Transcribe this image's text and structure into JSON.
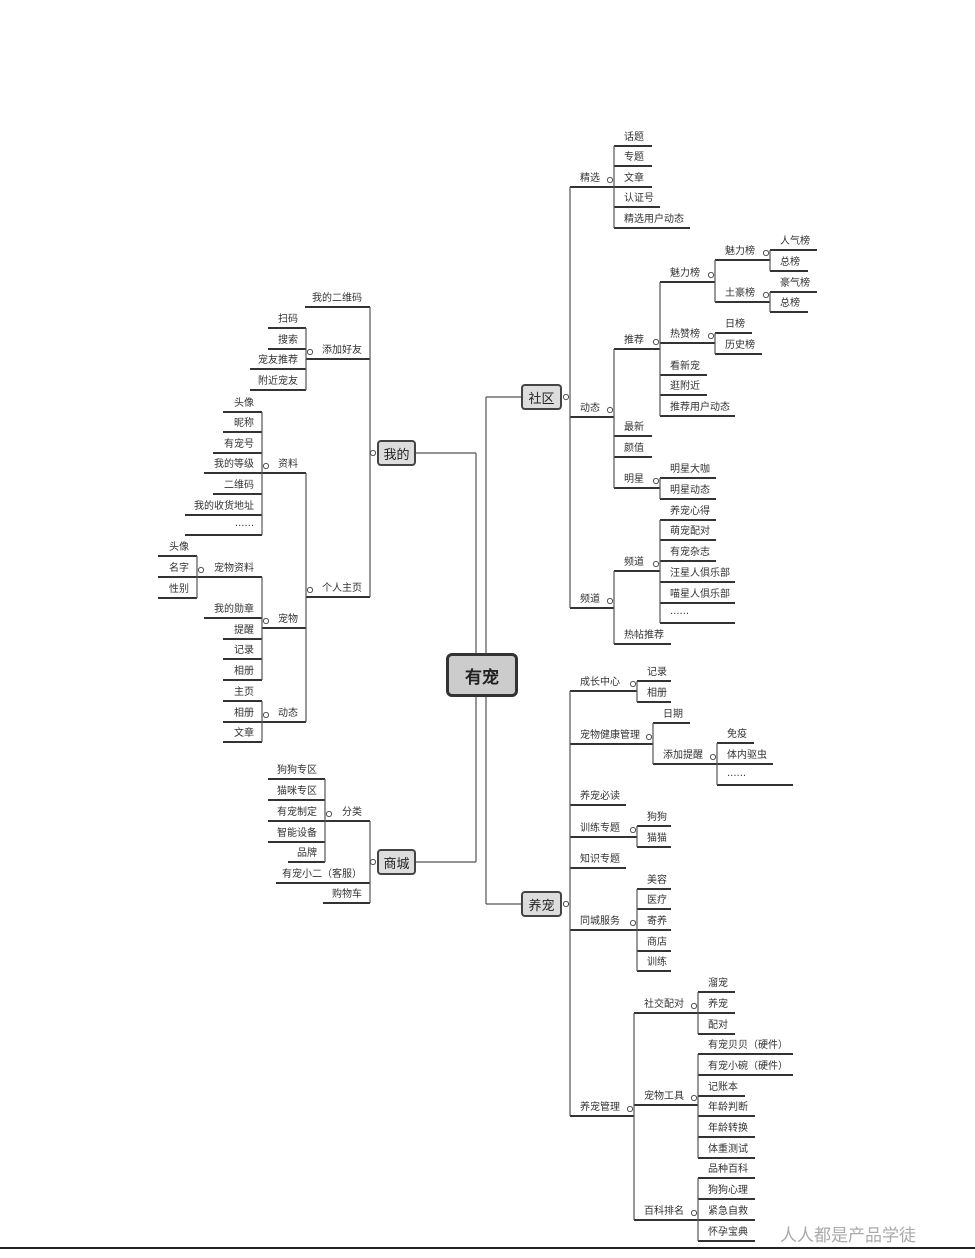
{
  "map": {
    "root": "有宠",
    "branches": [
      {
        "label": "社区",
        "children": [
          {
            "label": "精选",
            "children": [
              {
                "label": "话题"
              },
              {
                "label": "专题"
              },
              {
                "label": "文章"
              },
              {
                "label": "认证号"
              },
              {
                "label": "精选用户动态"
              }
            ]
          },
          {
            "label": "动态",
            "children": [
              {
                "label": "推荐",
                "children": [
                  {
                    "label": "魅力榜",
                    "children": [
                      {
                        "label": "魅力榜",
                        "children": [
                          {
                            "label": "人气榜"
                          },
                          {
                            "label": "总榜"
                          }
                        ]
                      },
                      {
                        "label": "土豪榜",
                        "children": [
                          {
                            "label": "豪气榜"
                          },
                          {
                            "label": "总榜"
                          }
                        ]
                      }
                    ]
                  },
                  {
                    "label": "热赞榜",
                    "children": [
                      {
                        "label": "日榜"
                      },
                      {
                        "label": "历史榜"
                      }
                    ]
                  },
                  {
                    "label": "看新宠"
                  },
                  {
                    "label": "逛附近"
                  },
                  {
                    "label": "推荐用户动态"
                  }
                ]
              },
              {
                "label": "最新"
              },
              {
                "label": "颜值"
              },
              {
                "label": "明星",
                "children": [
                  {
                    "label": "明星大咖"
                  },
                  {
                    "label": "明星动态"
                  }
                ]
              }
            ]
          },
          {
            "label": "频道",
            "children": [
              {
                "label": "频道",
                "children": [
                  {
                    "label": "养宠心得"
                  },
                  {
                    "label": "萌宠配对"
                  },
                  {
                    "label": "有宠杂志"
                  },
                  {
                    "label": "汪星人俱乐部"
                  },
                  {
                    "label": "喵星人俱乐部"
                  },
                  {
                    "label": "······"
                  }
                ]
              },
              {
                "label": "热帖推荐"
              }
            ]
          }
        ]
      },
      {
        "label": "我的",
        "children": [
          {
            "label": "我的二维码"
          },
          {
            "label": "添加好友",
            "children": [
              {
                "label": "扫码"
              },
              {
                "label": "搜索"
              },
              {
                "label": "宠友推荐"
              },
              {
                "label": "附近宠友"
              }
            ]
          },
          {
            "label": "个人主页",
            "children": [
              {
                "label": "资料",
                "children": [
                  {
                    "label": "头像"
                  },
                  {
                    "label": "昵称"
                  },
                  {
                    "label": "有宠号"
                  },
                  {
                    "label": "我的等级"
                  },
                  {
                    "label": "二维码"
                  },
                  {
                    "label": "我的收货地址"
                  },
                  {
                    "label": "······"
                  }
                ]
              },
              {
                "label": "宠物",
                "children": [
                  {
                    "label": "宠物资料",
                    "children": [
                      {
                        "label": "头像"
                      },
                      {
                        "label": "名字"
                      },
                      {
                        "label": "性别"
                      }
                    ]
                  },
                  {
                    "label": "我的勋章"
                  },
                  {
                    "label": "提醒"
                  },
                  {
                    "label": "记录"
                  },
                  {
                    "label": "相册"
                  }
                ]
              },
              {
                "label": "动态",
                "children": [
                  {
                    "label": "主页"
                  },
                  {
                    "label": "相册"
                  },
                  {
                    "label": "文章"
                  }
                ]
              }
            ]
          }
        ]
      },
      {
        "label": "商城",
        "children": [
          {
            "label": "分类",
            "children": [
              {
                "label": "狗狗专区"
              },
              {
                "label": "猫咪专区"
              },
              {
                "label": "有宠制定"
              },
              {
                "label": "智能设备"
              },
              {
                "label": "品牌"
              }
            ]
          },
          {
            "label": "有宠小二（客服）"
          },
          {
            "label": "购物车"
          }
        ]
      },
      {
        "label": "养宠",
        "children": [
          {
            "label": "成长中心",
            "children": [
              {
                "label": "记录"
              },
              {
                "label": "相册"
              }
            ]
          },
          {
            "label": "宠物健康管理",
            "children": [
              {
                "label": "日期"
              },
              {
                "label": "添加提醒",
                "children": [
                  {
                    "label": "免疫"
                  },
                  {
                    "label": "体内驱虫"
                  },
                  {
                    "label": "······"
                  }
                ]
              }
            ]
          },
          {
            "label": "养宠必读"
          },
          {
            "label": "训练专题",
            "children": [
              {
                "label": "狗狗"
              },
              {
                "label": "猫猫"
              }
            ]
          },
          {
            "label": "知识专题"
          },
          {
            "label": "同城服务",
            "children": [
              {
                "label": "美容"
              },
              {
                "label": "医疗"
              },
              {
                "label": "寄养"
              },
              {
                "label": "商店"
              },
              {
                "label": "训练"
              }
            ]
          },
          {
            "label": "养宠管理",
            "children": [
              {
                "label": "社交配对",
                "children": [
                  {
                    "label": "溜宠"
                  },
                  {
                    "label": "养宠"
                  },
                  {
                    "label": "配对"
                  }
                ]
              },
              {
                "label": "宠物工具",
                "children": [
                  {
                    "label": "有宠贝贝（硬件）"
                  },
                  {
                    "label": "有宠小碗（硬件）"
                  },
                  {
                    "label": "记账本"
                  },
                  {
                    "label": "年龄判断"
                  },
                  {
                    "label": "年龄转换"
                  },
                  {
                    "label": "体重测试"
                  }
                ]
              },
              {
                "label": "百科排名",
                "children": [
                  {
                    "label": "品种百科"
                  },
                  {
                    "label": "狗狗心理"
                  },
                  {
                    "label": "紧急自救"
                  },
                  {
                    "label": "怀孕宝典"
                  }
                ]
              }
            ]
          }
        ]
      }
    ]
  },
  "watermark": "人人都是产品学徒",
  "colors": {
    "line": "#555555",
    "underline": "#333333",
    "box_fill": "#dddddd",
    "root_fill": "#cccccc"
  }
}
